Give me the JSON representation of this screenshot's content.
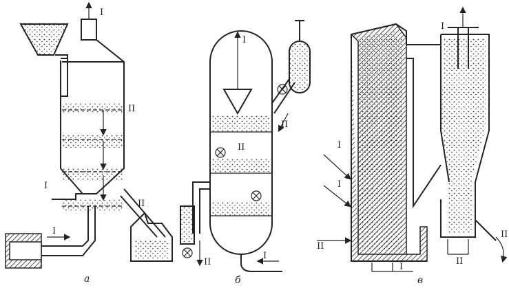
{
  "figure": {
    "captions": [
      "а",
      "б",
      "в"
    ],
    "panel_a": {
      "labels": [
        "I",
        "II",
        "I",
        "I",
        "II"
      ]
    },
    "panel_b": {
      "labels": [
        "I",
        "II",
        "II",
        "II",
        "I"
      ]
    },
    "panel_c": {
      "labels": [
        "I",
        "I",
        "I",
        "II",
        "I",
        "II",
        "II"
      ]
    }
  },
  "colors": {
    "ink": "#222222",
    "paper": "#ffffff"
  }
}
